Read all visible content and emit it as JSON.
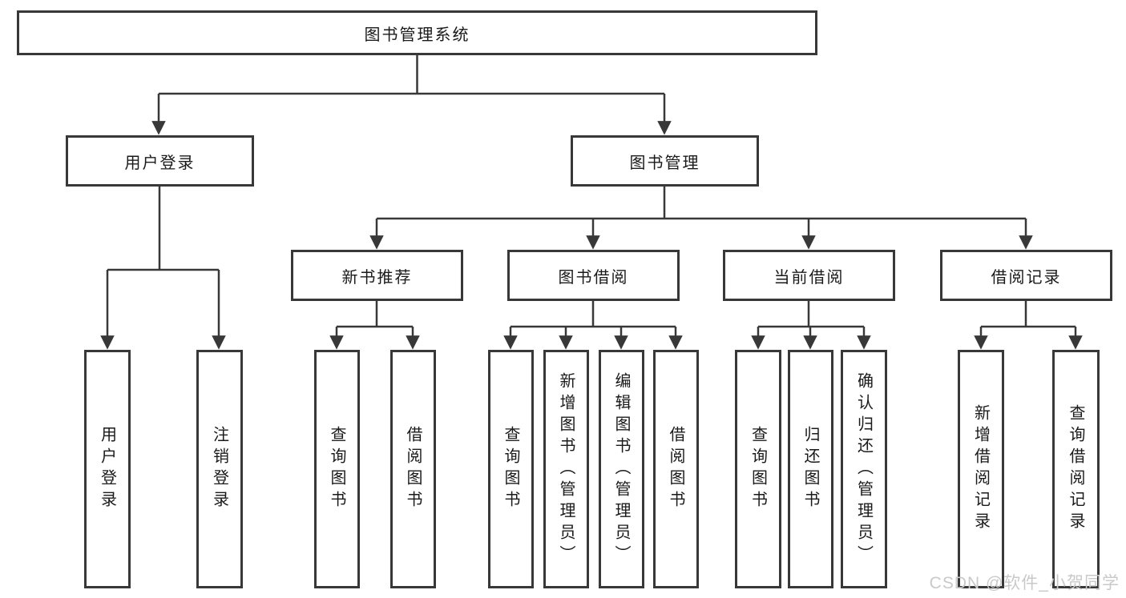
{
  "diagram": {
    "root": {
      "label": "图书管理系统"
    },
    "branches": [
      {
        "label": "用户登录",
        "children": [
          {
            "label": "用户登录"
          },
          {
            "label": "注销登录"
          }
        ]
      },
      {
        "label": "图书管理",
        "children": [
          {
            "label": "新书推荐",
            "children": [
              {
                "label": "查询图书"
              },
              {
                "label": "借阅图书"
              }
            ]
          },
          {
            "label": "图书借阅",
            "children": [
              {
                "label": "查询图书"
              },
              {
                "label": "新增图书（管理员）"
              },
              {
                "label": "编辑图书（管理员）"
              },
              {
                "label": "借阅图书"
              }
            ]
          },
          {
            "label": "当前借阅",
            "children": [
              {
                "label": "查询图书"
              },
              {
                "label": "归还图书"
              },
              {
                "label": "确认归还（管理员）"
              }
            ]
          },
          {
            "label": "借阅记录",
            "children": [
              {
                "label": "新增借阅记录"
              },
              {
                "label": "查询借阅记录"
              }
            ]
          }
        ]
      }
    ],
    "colors": {
      "line": "#383838",
      "text": "#1a1a1a",
      "background": "#ffffff",
      "watermark": "#c9c9c9"
    },
    "watermark": "CSDN @软件_小贺同学"
  }
}
